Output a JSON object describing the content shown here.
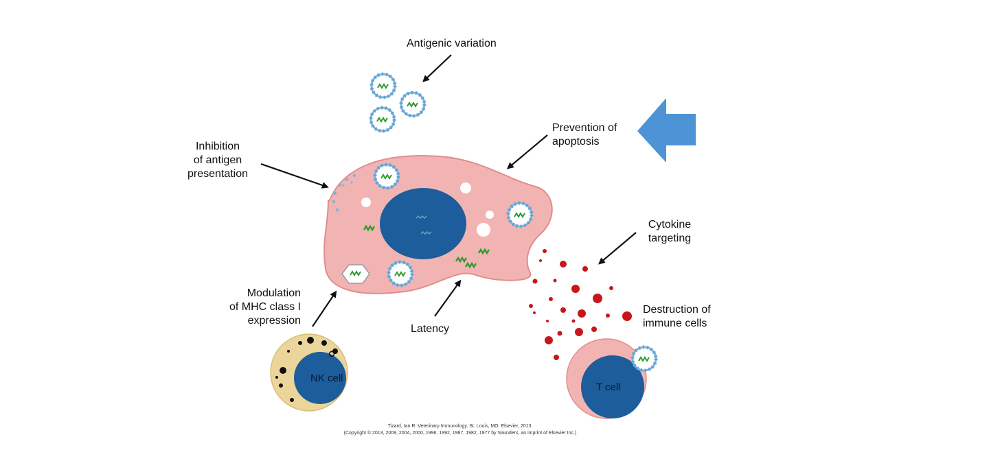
{
  "labels": {
    "antigenic_variation": "Antigenic variation",
    "prevention_of_apoptosis": "Prevention of\napoptosis",
    "inhibition_of_antigen_presentation": "Inhibition\nof antigen\npresentation",
    "cytokine_targeting": "Cytokine\ntargeting",
    "destruction_of_immune_cells": "Destruction of\nimmune cells",
    "modulation_of_mhc": "Modulation\nof MHC class I\nexpression",
    "latency": "Latency",
    "nk_cell": "NK cell",
    "t_cell": "T cell"
  },
  "credit": {
    "line1": "Tizard, Ian R. Veterinary Immunology. St. Louis, MO: Elsevier, 2013.",
    "line2": "(Copyright © 2013, 2009, 2004, 2000, 1996, 1992, 1987, 1982, 1977 by Saunders, an imprint of Elsevier Inc.)"
  },
  "colors": {
    "cell_body": "#f2b4b2",
    "cell_outline": "#e08d8b",
    "nucleus": "#1d5d9b",
    "virus_ring": "#7ab3dc",
    "viral_genome": "#2f9b2f",
    "cytokine": "#c8161d",
    "nk_body": "#ecd59a",
    "big_arrow": "#4d94d6"
  },
  "icons": {
    "big_arrow": "left-arrow-icon"
  }
}
